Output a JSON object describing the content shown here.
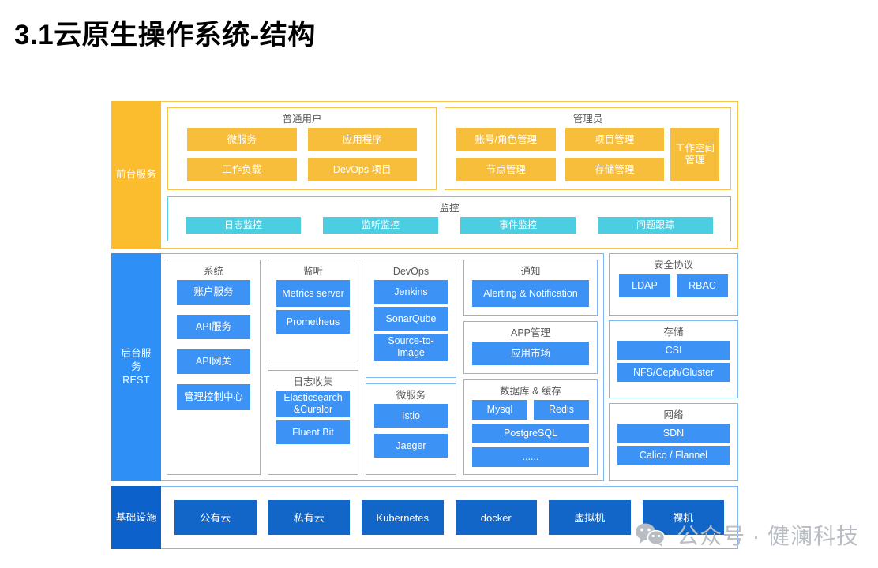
{
  "title": "3.1云原生操作系统-结构",
  "colors": {
    "orange": "#F7BE3C",
    "orange_border": "#F6C34C",
    "cyan": "#4CCEE2",
    "blue": "#3D92F5",
    "blue_border": "#7FB6F5",
    "deep_blue": "#1266C8",
    "band_label_orange": "#FBBC2E",
    "band_label_blue": "#2E90F7",
    "band_label_deep": "#0D61CA",
    "panel_title": "#59595B"
  },
  "bands": {
    "frontend": {
      "label": "前台服务"
    },
    "backend": {
      "label": "后台服务\nREST",
      "label_line1": "后台服",
      "label_line2": "务",
      "label_line3": "REST"
    },
    "infrastructure": {
      "label": "基础设施"
    }
  },
  "frontend": {
    "users_panel": {
      "title": "普通用户",
      "items": [
        "微服务",
        "应用程序",
        "工作负载",
        "DevOps 项目"
      ]
    },
    "admin_panel": {
      "title": "管理员",
      "items": [
        "账号/角色管理",
        "项目管理",
        "节点管理",
        "存储管理"
      ],
      "tall_item": "工作空间管理"
    },
    "monitor_panel": {
      "title": "监控",
      "items": [
        "日志监控",
        "监听监控",
        "事件监控",
        "问题跟踪"
      ]
    }
  },
  "backend": {
    "columns": [
      {
        "panels": [
          {
            "title": "系统",
            "items": [
              "账户服务",
              "API服务",
              "API网关",
              "管理控制中心"
            ]
          }
        ]
      },
      {
        "panels": [
          {
            "title": "监听",
            "items": [
              "Metrics server",
              "Prometheus"
            ]
          },
          {
            "title": "日志收集",
            "items": [
              "Elasticsearch &Curalor",
              "Fluent Bit"
            ]
          }
        ]
      },
      {
        "panels": [
          {
            "title": "DevOps",
            "items": [
              "Jenkins",
              "SonarQube",
              "Source-to-Image"
            ]
          },
          {
            "title": "微服务",
            "items": [
              "Istio",
              "Jaeger"
            ]
          }
        ]
      },
      {
        "panels": [
          {
            "title": "通知",
            "items": [
              "Alerting & Notification"
            ]
          },
          {
            "title": "APP管理",
            "items": [
              "应用市场"
            ]
          },
          {
            "title": "数据库 & 缓存",
            "pair": [
              "Mysql",
              "Redis"
            ],
            "items": [
              "PostgreSQL",
              "......"
            ]
          }
        ]
      }
    ],
    "right_panels": [
      {
        "title": "安全协议",
        "pair": [
          "LDAP",
          "RBAC"
        ]
      },
      {
        "title": "存储",
        "items": [
          "CSI",
          "NFS/Ceph/Gluster"
        ]
      },
      {
        "title": "网络",
        "items": [
          "SDN",
          "Calico / Flannel"
        ]
      }
    ]
  },
  "infrastructure": {
    "items": [
      "公有云",
      "私有云",
      "Kubernetes",
      "docker",
      "虚拟机",
      "裸机"
    ]
  },
  "watermark": {
    "icon": "wechat-icon",
    "text": "公众号 · 健澜科技"
  }
}
